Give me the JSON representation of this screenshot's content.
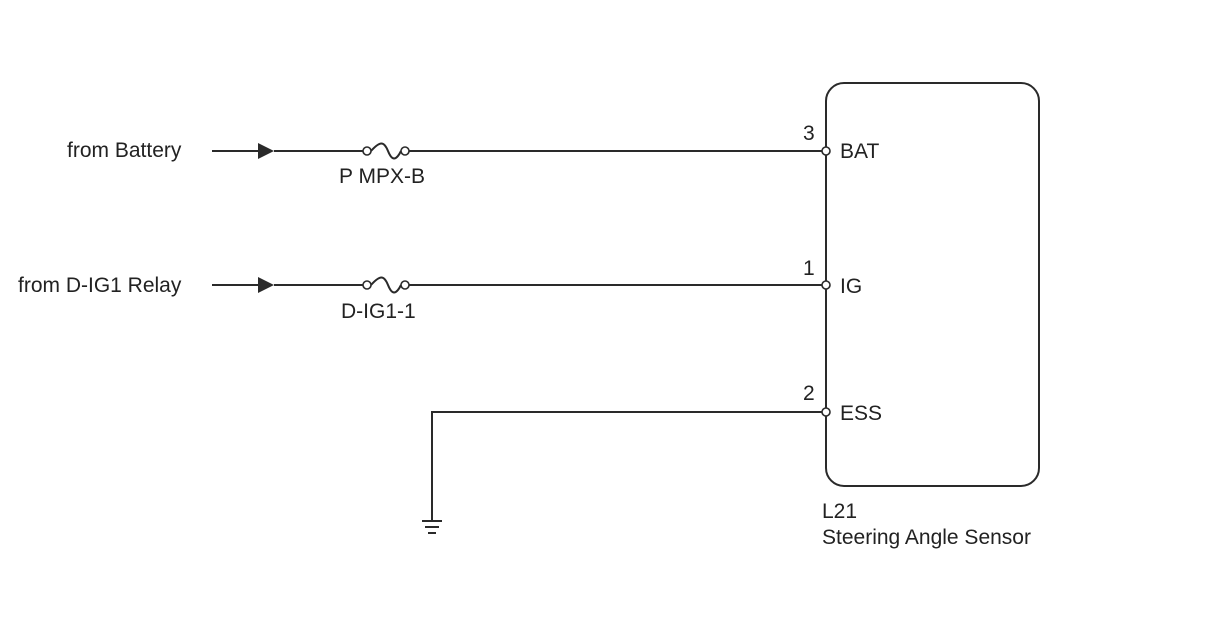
{
  "inputs": {
    "battery": "from Battery",
    "dig1_relay": "from D-IG1 Relay"
  },
  "fuses": {
    "battery_fuse": "P MPX-B",
    "dig1_fuse": "D-IG1-1"
  },
  "connector": {
    "id": "L21",
    "name": "Steering Angle Sensor",
    "pins": [
      {
        "number": "3",
        "name": "BAT"
      },
      {
        "number": "1",
        "name": "IG"
      },
      {
        "number": "2",
        "name": "ESS"
      }
    ]
  },
  "colors": {
    "wire": "#2a2a2a",
    "text": "#222222"
  }
}
